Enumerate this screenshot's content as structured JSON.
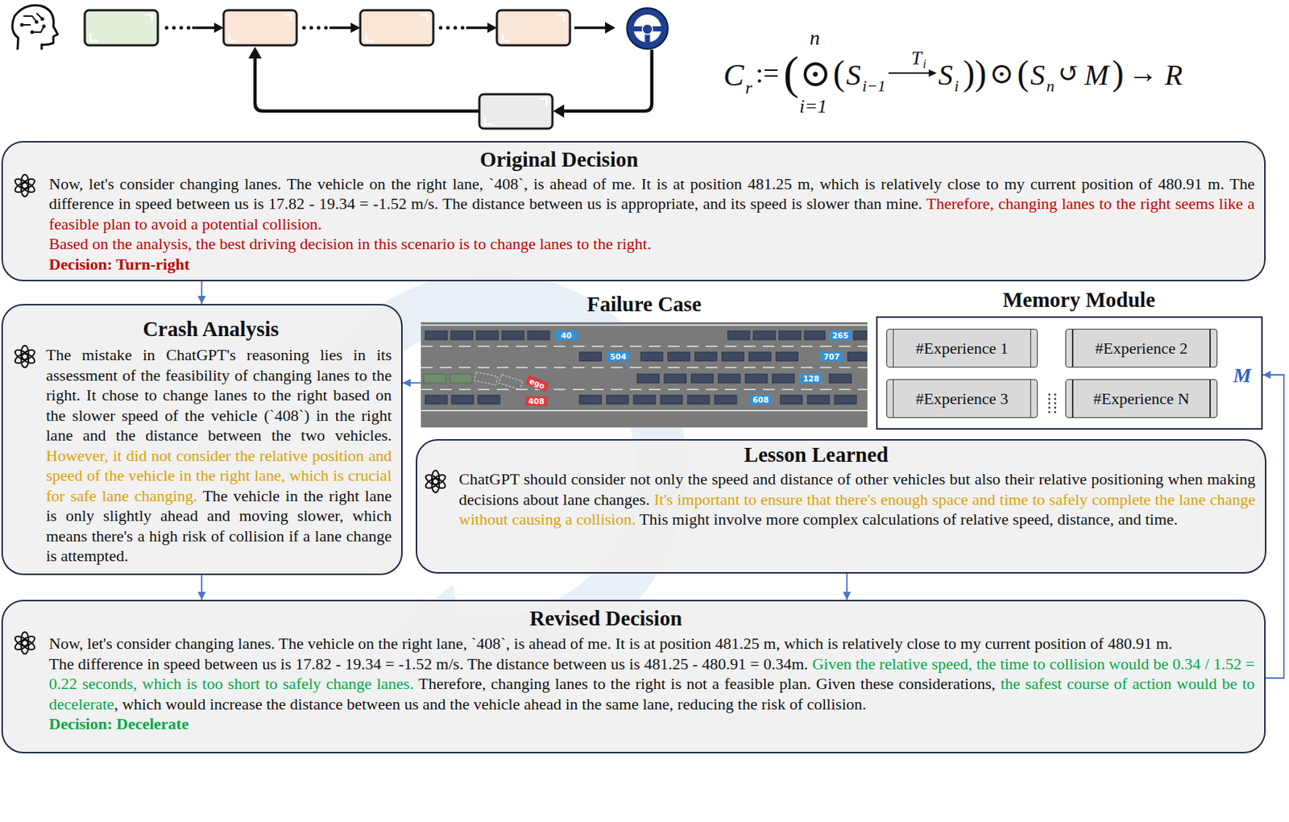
{
  "diagram": {
    "nodes": [
      {
        "text": [
          "Original Decision",
          "Now, let's consider changing lanes. The vehicle on the right lane, `408`, is ahead of me. It is at position 481.25 m, which is relatively close to my current position of 480.91 m. The difference in speed between us is 17.82 - 19.34 = -1.52 m/s. The distance between us is appropriate, and its speed is slower than mine.",
          "Therefore, changing lanes to the right seems like a feasible plan to avoid a potential collision.",
          "Based on the analysis, the best driving decision in this scenario is to change lanes to the right.",
          "Decision: Turn-right"
        ]
      },
      {
        "text": [
          "Crash Analysis",
          "The mistake in ChatGPT's reasoning lies in its assessment of the feasibility of changing lanes to the right. It chose to change lanes to the right based on the slower speed of the vehicle (`408`) in the right lane and the distance between the two vehicles.",
          "However, it did not consider the relative position and speed of the vehicle in the right lane, which is crucial for safe lane changing.",
          "The vehicle in the right lane is only slightly ahead and moving slower, which means there's a high risk of collision if a lane change is attempted."
        ]
      },
      {
        "text": [
          "Failure Case"
        ]
      },
      {
        "text": [
          "Memory Module"
        ]
      },
      {
        "text": [
          "#Experience 1"
        ],
        "in": 3
      },
      {
        "text": [
          "#Experience 2"
        ],
        "in": 3
      },
      {
        "text": [
          "#Experience 3"
        ],
        "in": 3
      },
      {
        "text": [
          "#Experience N"
        ],
        "in": 3
      },
      {
        "text": [
          "Lesson Learned",
          "ChatGPT should consider not only the speed and distance of other vehicles but also their relative positioning when making decisions about lane changes.",
          "It's important to ensure that there's enough space and time to safely complete the lane change without causing a collision.",
          "This might involve more complex calculations of relative speed, distance, and time."
        ]
      },
      {
        "text": [
          "Revised Decision",
          "Now, let's consider changing lanes. The vehicle on the right lane, `408`, is ahead of me. It is at position 481.25 m, which is relatively close to my current position of 480.91 m.",
          "The difference in speed between us is 17.82 - 19.34 = -1.52 m/s. The distance between us is 481.25 - 480.91 = 0.34m.",
          "Given the relative speed, the time to collision would be 0.34 / 1.52 = 0.22 seconds, which is too short to safely change lanes.",
          "Therefore, changing lanes to the right is not a feasible plan. Given these considerations,",
          "the safest course of action would be to decelerate",
          ", which would increase the distance between us and the vehicle ahead in the same lane, reducing the risk of collision.",
          "Decision: Decelerate"
        ]
      }
    ],
    "edges": [
      {
        "from": 0,
        "to": 1,
        "arrow": "to"
      },
      {
        "from": 2,
        "to": 1,
        "arrow": "to"
      },
      {
        "from": 1,
        "to": 9,
        "arrow": "to"
      },
      {
        "from": 8,
        "to": 9,
        "arrow": "to"
      },
      {
        "from": 9,
        "to": 3,
        "arrow": "to"
      }
    ],
    "labels": [
      "C",
      "r",
      ":=",
      "(",
      "⊙",
      "n",
      "i=1",
      "(",
      "S",
      "i−1",
      "T",
      "i",
      "S",
      "i",
      "))",
      "⊙",
      "(",
      "S",
      "n",
      "↺",
      "M",
      ")",
      "→",
      "R",
      "40",
      "265",
      "504",
      "707",
      "128",
      "ego",
      "408",
      "608",
      "M"
    ]
  }
}
